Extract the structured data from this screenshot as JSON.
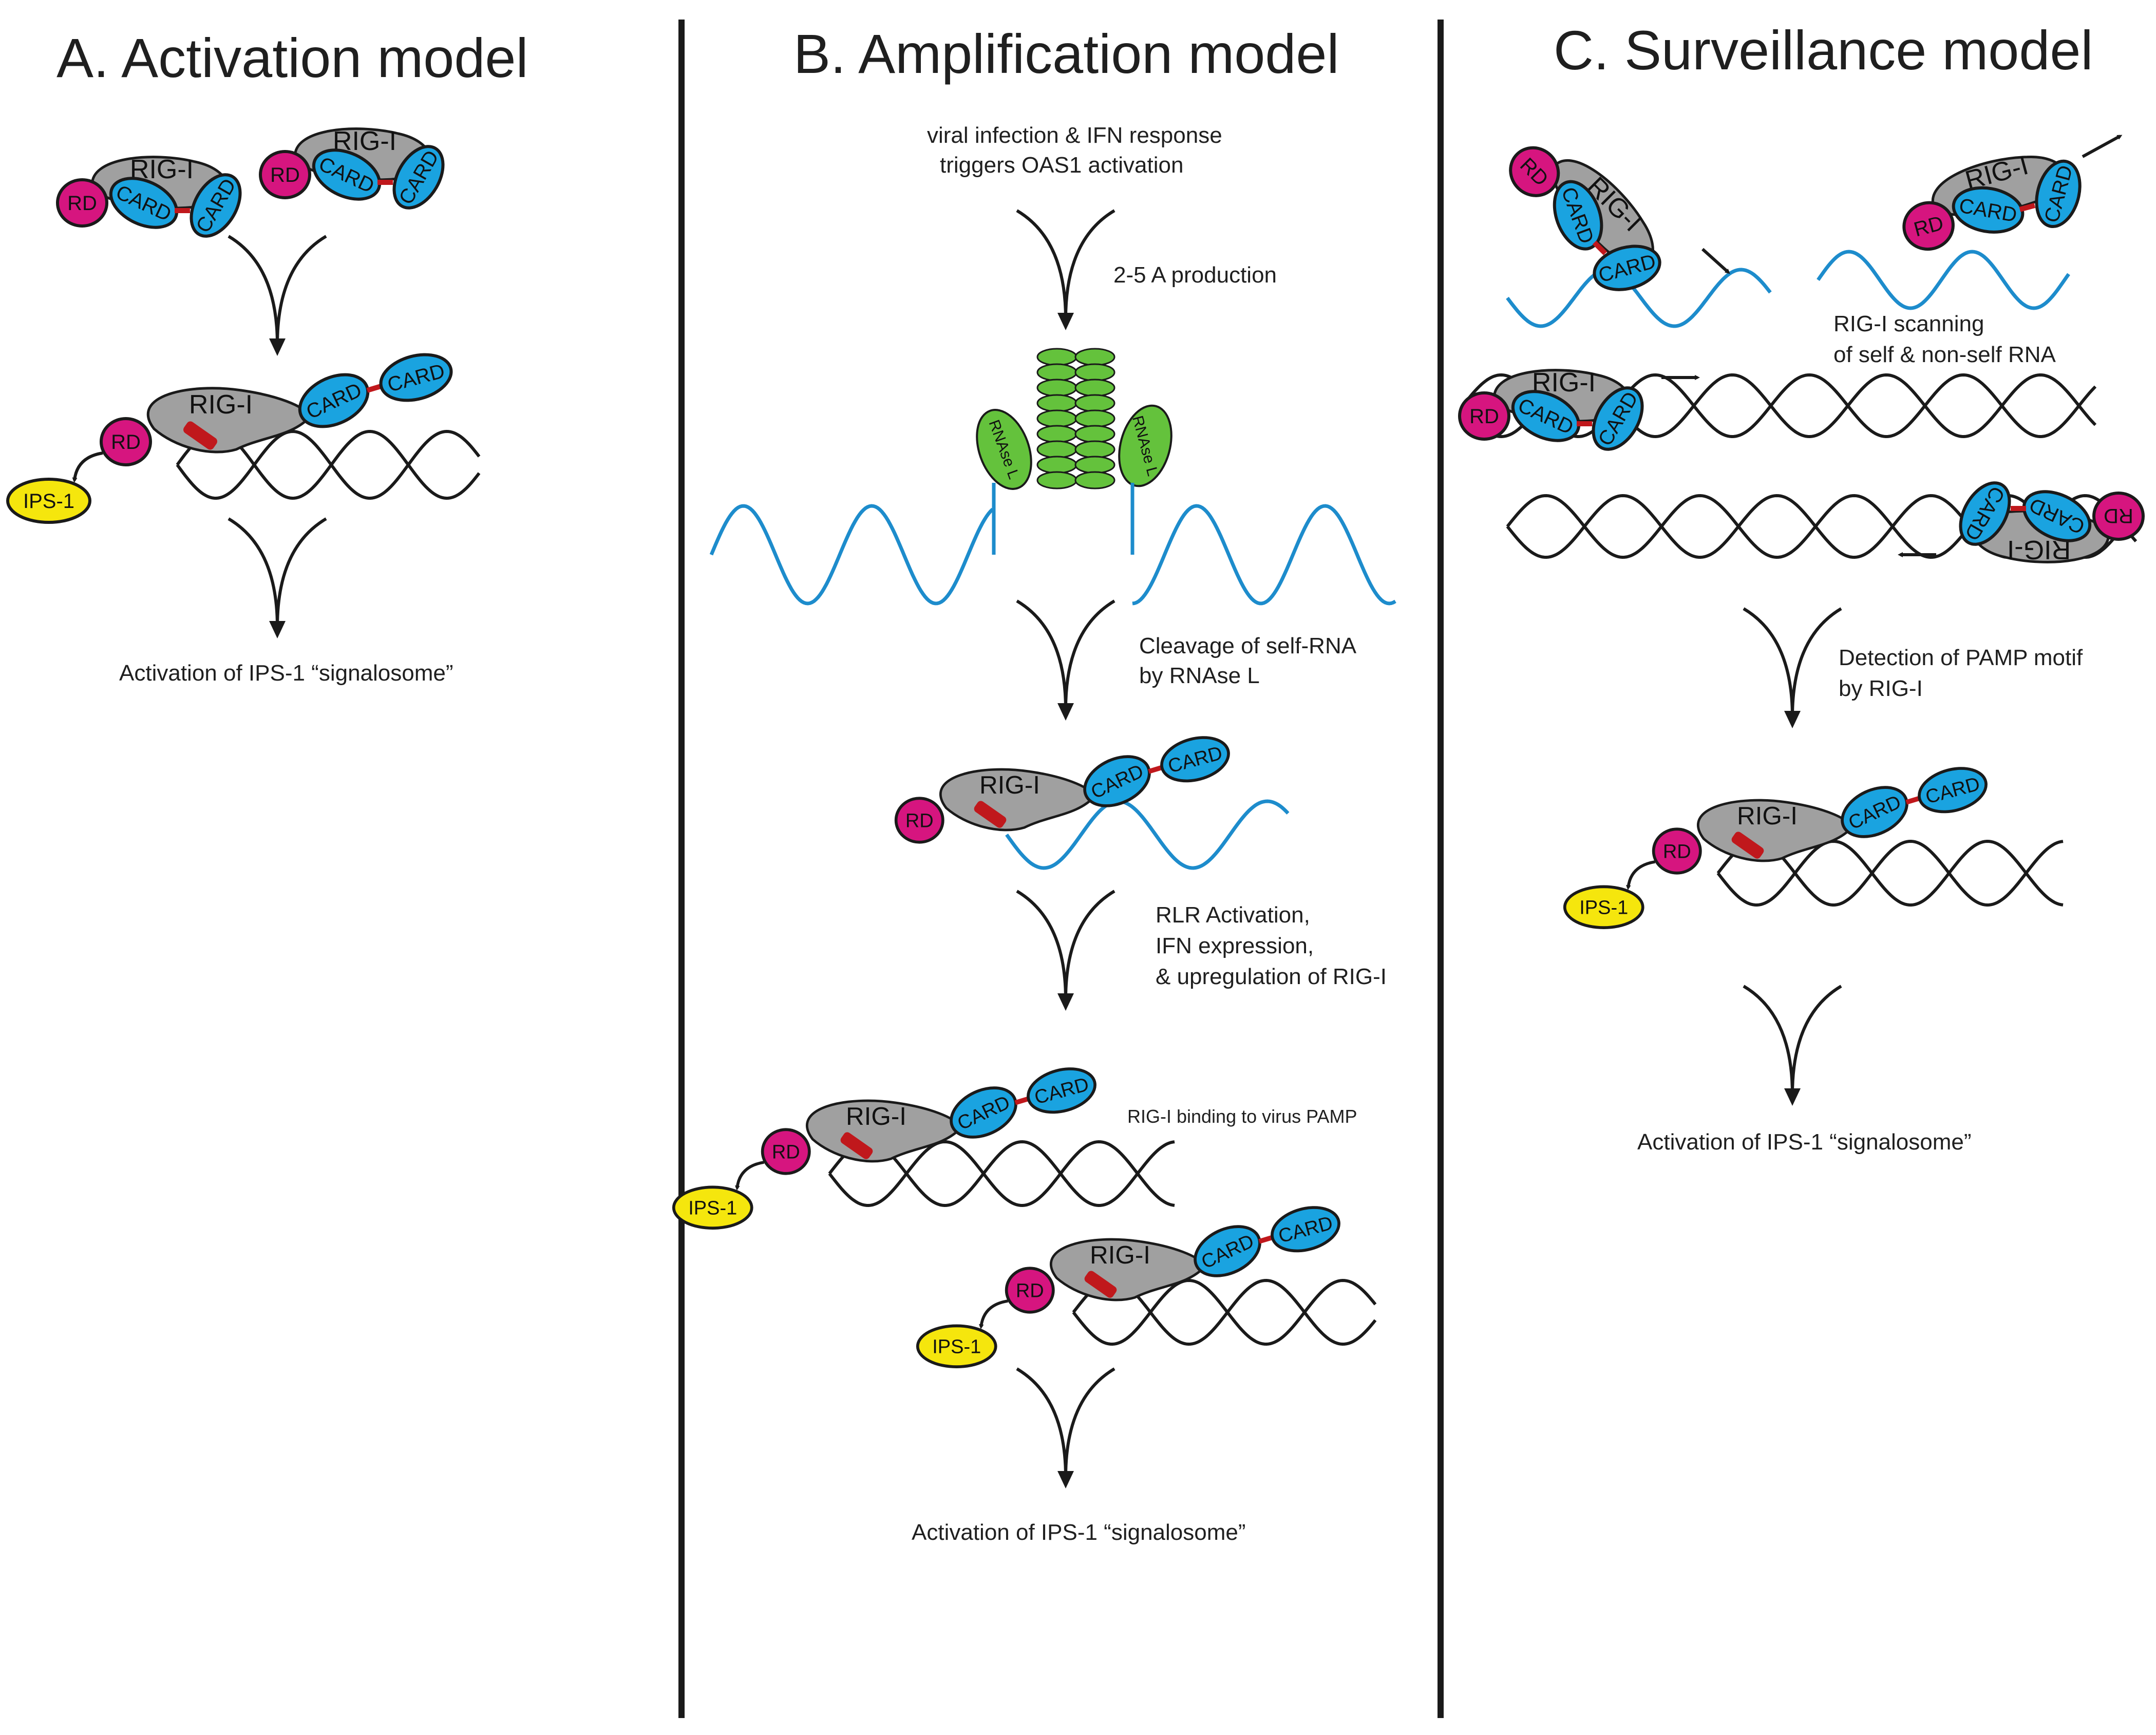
{
  "panels": [
    {
      "title": "A.  Activation model"
    },
    {
      "title": "B.  Amplification model"
    },
    {
      "title": "C.  Surveillance model"
    }
  ],
  "labels": {
    "rig": "RIG-I",
    "card": "CARD",
    "rd": "RD",
    "ips": "IPS-1",
    "rnase": "RNAse L"
  },
  "captions": {
    "a_activation": "Activation of IPS-1 “signalosome”",
    "b_infection_1": "viral infection & IFN response",
    "b_infection_2": "triggers OAS1 activation",
    "b_25a": "2-5 A production",
    "b_cleavage_1": "Cleavage of self-RNA",
    "b_cleavage_2": "by RNAse L",
    "b_rlr_1": "RLR Activation,",
    "b_rlr_2": "IFN expression,",
    "b_rlr_3": "& upregulation of RIG-I",
    "b_binding": "RIG-I binding to virus PAMP",
    "b_activation": "Activation of IPS-1 “signalosome”",
    "c_scan_1": "RIG-I scanning",
    "c_scan_2": "of self & non-self RNA",
    "c_detect_1": "Detection of PAMP motif",
    "c_detect_2": "by RIG-I",
    "c_activation": "Activation of IPS-1 “signalosome”"
  },
  "colors": {
    "rd": "#d6157f",
    "card": "#1aa3e0",
    "rig": "#a0a0a0",
    "ips": "#f5e60d",
    "rnase": "#64c23c",
    "ssrna": "#1d8ccc",
    "dsrna": "#1a1a1a",
    "linker": "#c0181c"
  }
}
